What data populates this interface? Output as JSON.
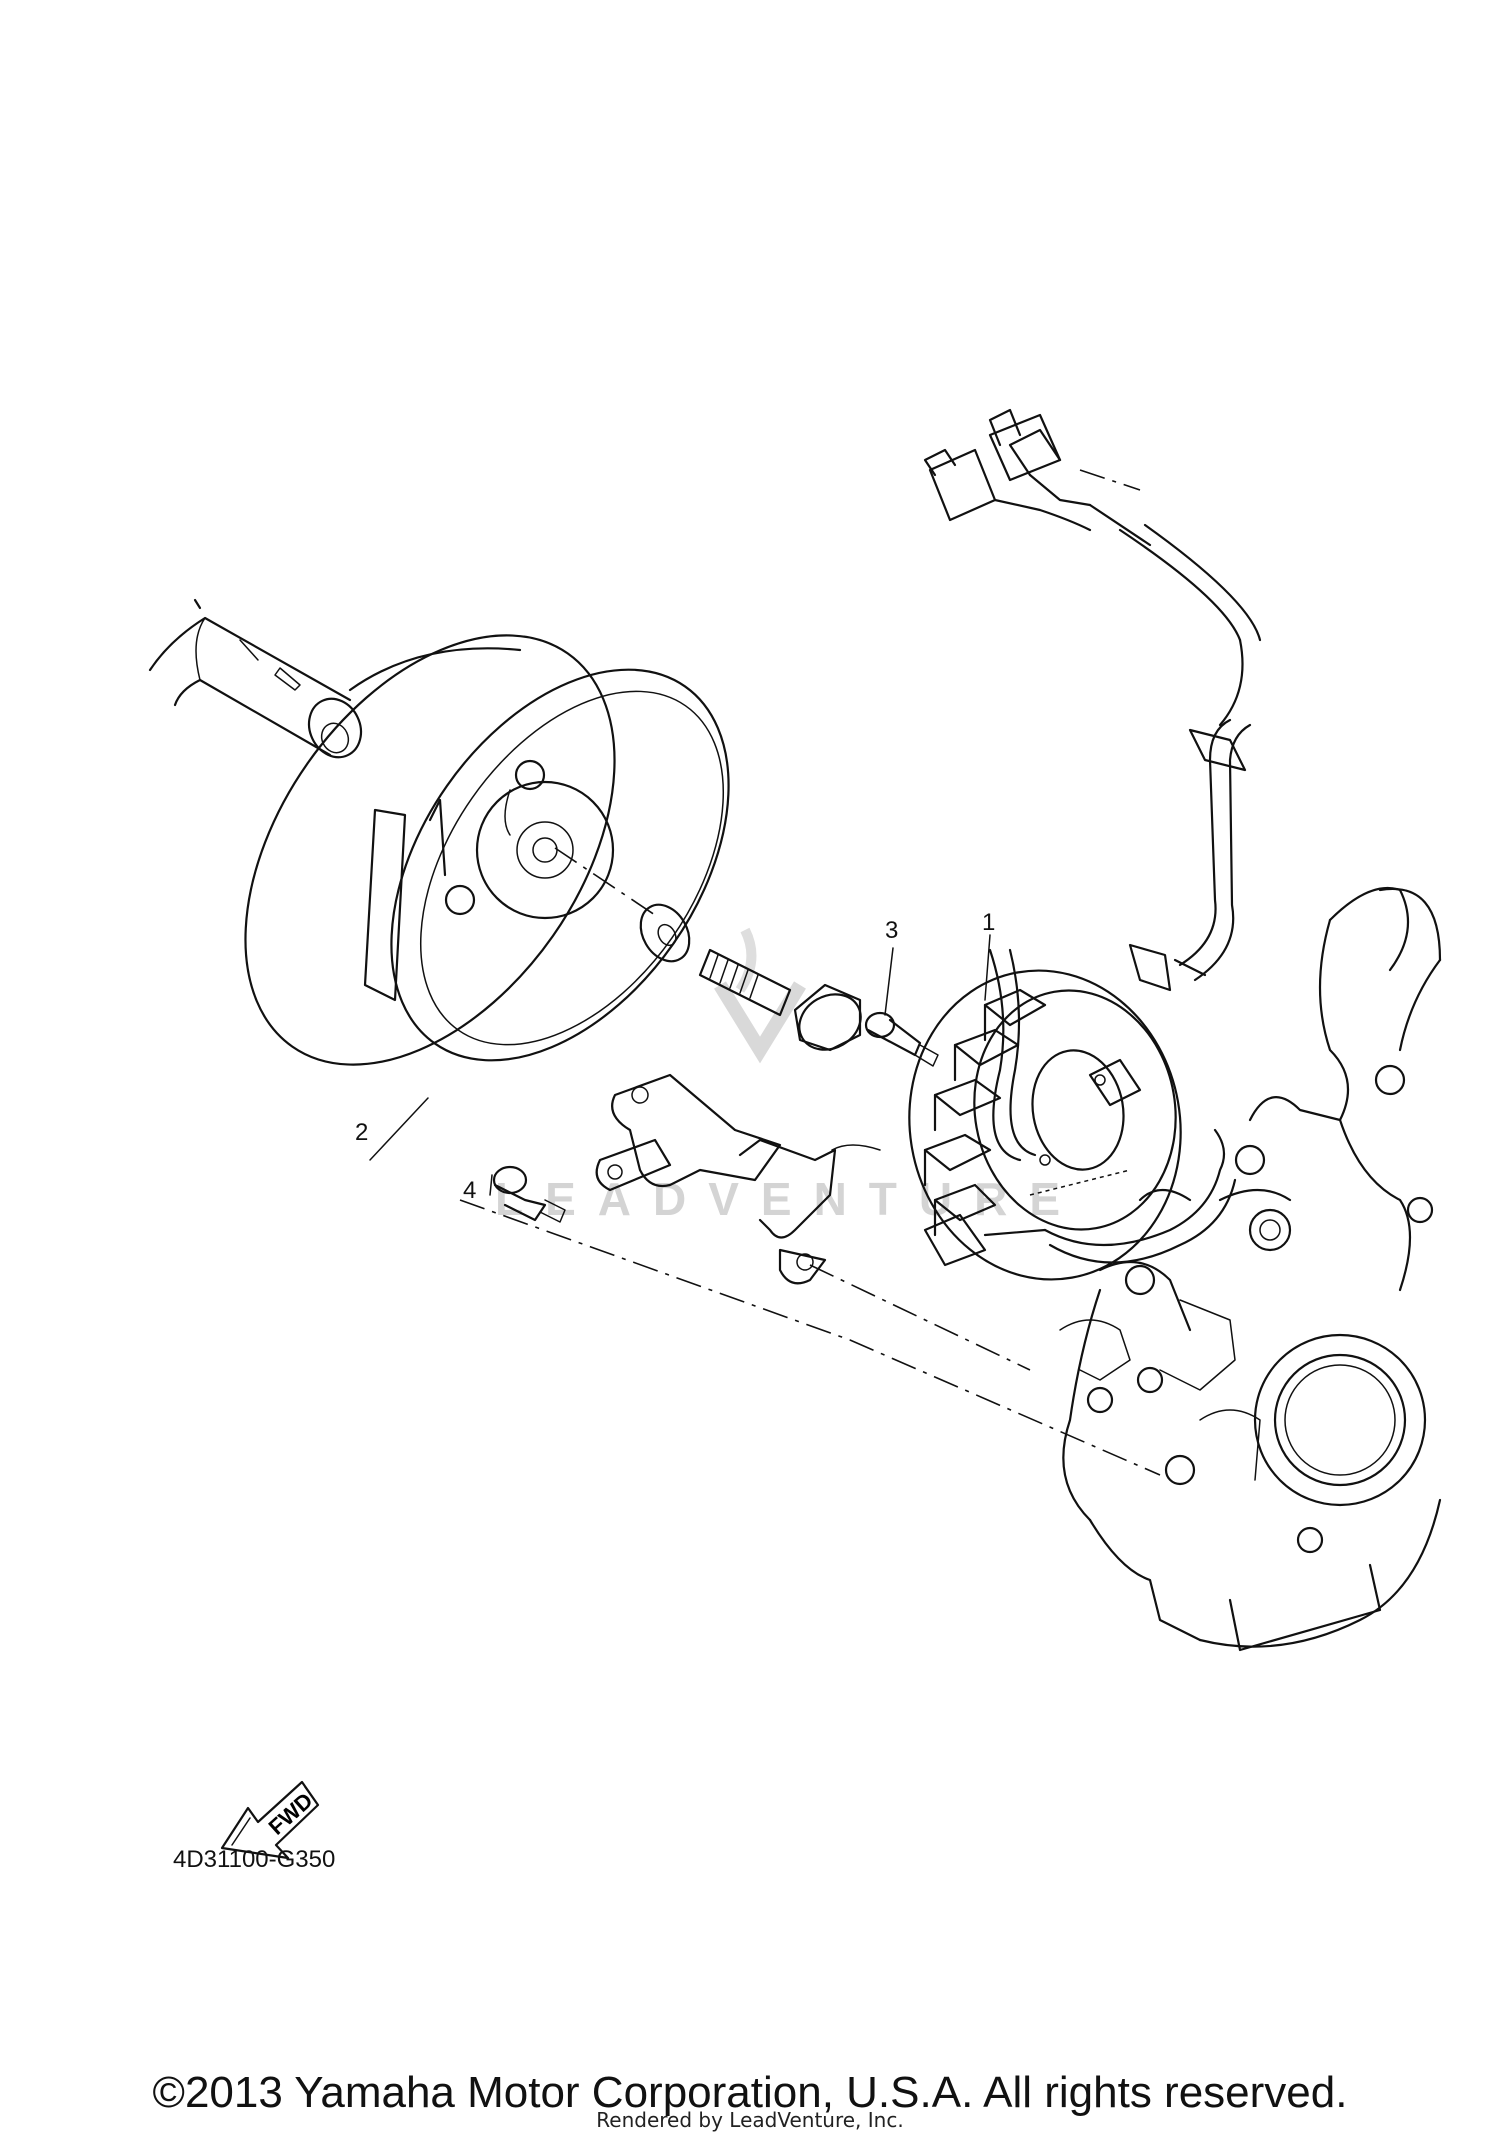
{
  "watermark": {
    "text": "LEADVENTURE"
  },
  "callouts": [
    {
      "label": "1",
      "part": "stator-assembly"
    },
    {
      "label": "2",
      "part": "rotor-flywheel"
    },
    {
      "label": "3",
      "part": "screw"
    },
    {
      "label": "4",
      "part": "bolt"
    }
  ],
  "fwd_arrow": {
    "label": "FWD"
  },
  "diagram_code": "4D31100-G350",
  "footer": {
    "copyright": "©2013 Yamaha Motor Corporation, U.S.A. All rights reserved.",
    "rendered_by": "Rendered by LeadVenture, Inc."
  }
}
